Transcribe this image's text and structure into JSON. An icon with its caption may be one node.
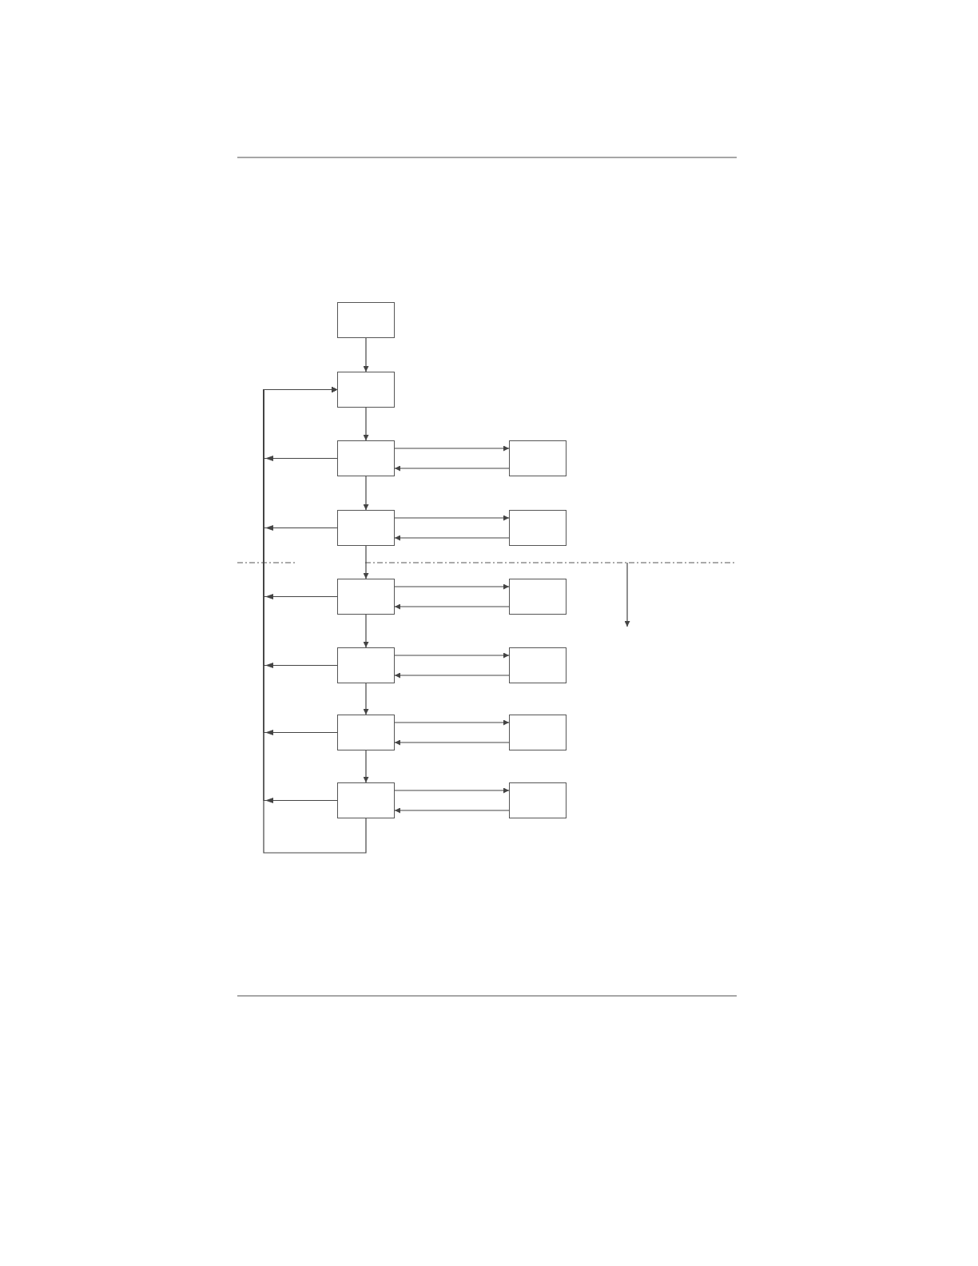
{
  "diagram": {
    "nodes": [
      {
        "text": [],
        "shape": "box"
      },
      {
        "text": [],
        "shape": "box"
      },
      {
        "text": [],
        "shape": "box"
      },
      {
        "text": [],
        "shape": "box"
      },
      {
        "text": [],
        "shape": "box"
      },
      {
        "text": [],
        "shape": "box"
      },
      {
        "text": [],
        "shape": "box"
      },
      {
        "text": [],
        "shape": "box"
      },
      {
        "text": [],
        "shape": "box"
      },
      {
        "text": [],
        "shape": "box"
      },
      {
        "text": [],
        "shape": "box"
      },
      {
        "text": [],
        "shape": "box"
      },
      {
        "text": [],
        "shape": "box"
      },
      {
        "text": [],
        "shape": "box"
      }
    ],
    "edges": [
      {
        "from": 0,
        "to": 1,
        "arrow": "to"
      },
      {
        "from": 1,
        "to": 2,
        "arrow": "to"
      },
      {
        "from": 2,
        "to": 3,
        "arrow": "to"
      },
      {
        "from": 3,
        "to": 4,
        "arrow": "to"
      },
      {
        "from": 4,
        "to": 5,
        "arrow": "to"
      },
      {
        "from": 5,
        "to": 6,
        "arrow": "to"
      },
      {
        "from": 6,
        "to": 7,
        "arrow": "to"
      },
      {
        "from": 2,
        "to": 8,
        "arrow": "to"
      },
      {
        "from": 8,
        "to": 2,
        "arrow": "to"
      },
      {
        "from": 3,
        "to": 9,
        "arrow": "to"
      },
      {
        "from": 9,
        "to": 3,
        "arrow": "to"
      },
      {
        "from": 4,
        "to": 10,
        "arrow": "to"
      },
      {
        "from": 10,
        "to": 4,
        "arrow": "to"
      },
      {
        "from": 5,
        "to": 11,
        "arrow": "to"
      },
      {
        "from": 11,
        "to": 5,
        "arrow": "to"
      },
      {
        "from": 6,
        "to": 12,
        "arrow": "to"
      },
      {
        "from": 12,
        "to": 6,
        "arrow": "to"
      },
      {
        "from": 7,
        "to": 13,
        "arrow": "to"
      },
      {
        "from": 13,
        "to": 7,
        "arrow": "to"
      },
      {
        "from": 2,
        "to": 1,
        "arrow": "to"
      },
      {
        "from": 3,
        "to": 1,
        "arrow": "to"
      },
      {
        "from": 4,
        "to": 1,
        "arrow": "to"
      },
      {
        "from": 5,
        "to": 1,
        "arrow": "to"
      },
      {
        "from": 6,
        "to": 1,
        "arrow": "to"
      },
      {
        "from": 7,
        "to": 1,
        "arrow": "to"
      },
      {
        "from": 7,
        "to": 1,
        "arrow": "to"
      }
    ]
  }
}
